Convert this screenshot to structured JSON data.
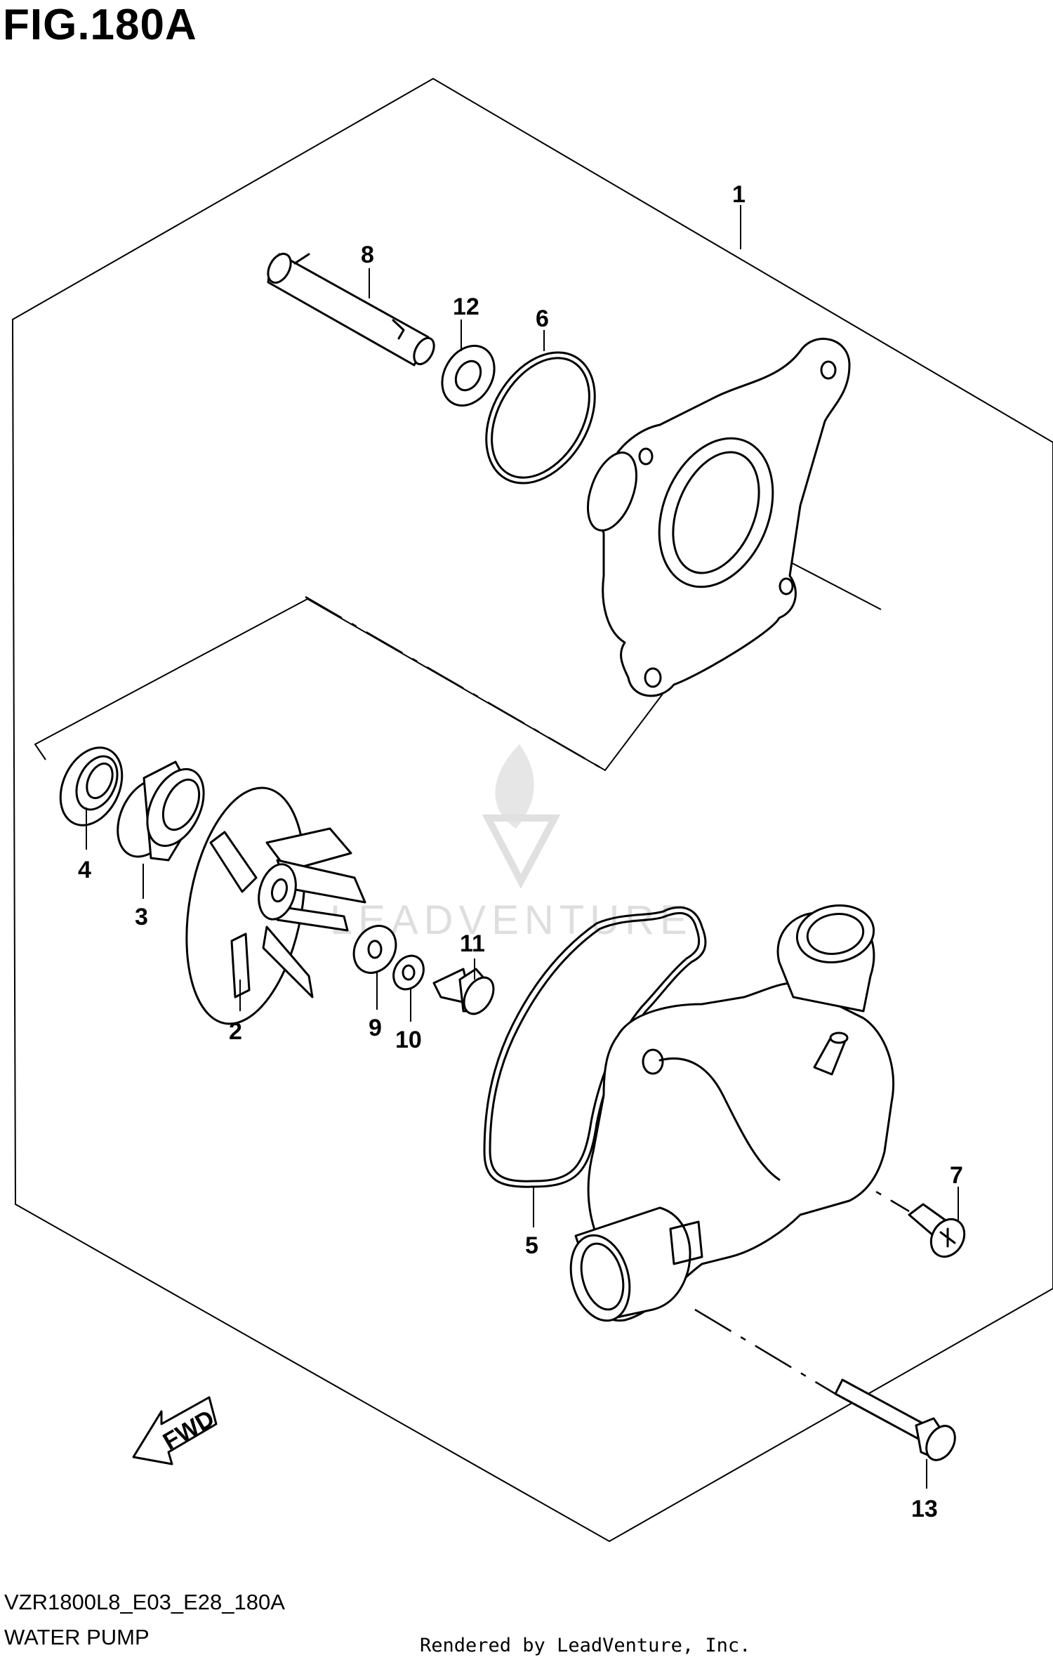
{
  "figure": {
    "title": "FIG.180A",
    "diagram_code": "VZR1800L8_E03_E28_180A",
    "section_name": "WATER PUMP",
    "credit": "Rendered by LeadVenture, Inc.",
    "watermark_text": "LEADVENTURE",
    "fwd_label": "FWD"
  },
  "callouts": [
    "1",
    "2",
    "3",
    "4",
    "5",
    "6",
    "7",
    "8",
    "9",
    "10",
    "11",
    "12",
    "13"
  ],
  "colors": {
    "line": "#000000",
    "background": "#ffffff",
    "watermark": "#dedede"
  }
}
